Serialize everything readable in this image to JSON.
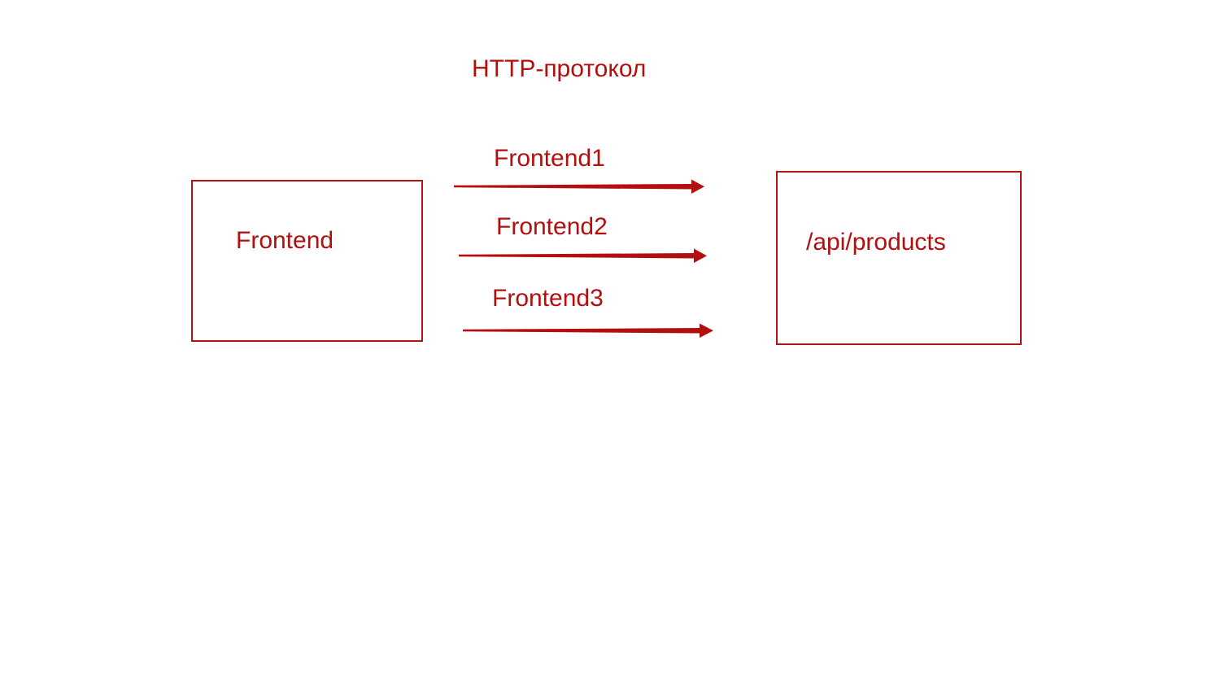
{
  "title": "HTTP-протокол",
  "colors": {
    "accent": "#b30f0f",
    "background": "#ffffff"
  },
  "nodes": {
    "client": {
      "label": "Frontend"
    },
    "server": {
      "label": "/api/products"
    }
  },
  "requests": [
    {
      "label": "Frontend1"
    },
    {
      "label": "Frontend2"
    },
    {
      "label": "Frontend3"
    }
  ]
}
